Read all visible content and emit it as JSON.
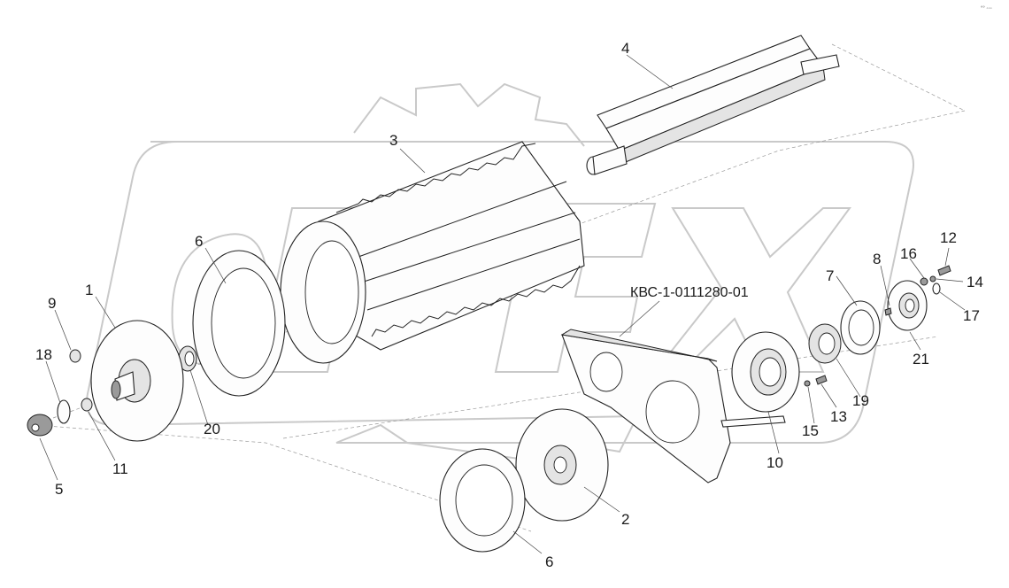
{
  "drawing": {
    "code": "КВС-1-0111280-01",
    "corner_mark": "°° ◦◦◦"
  },
  "callouts": [
    {
      "id": "c1",
      "text": "1"
    },
    {
      "id": "c2",
      "text": "2"
    },
    {
      "id": "c3",
      "text": "3"
    },
    {
      "id": "c4",
      "text": "4"
    },
    {
      "id": "c5",
      "text": "5"
    },
    {
      "id": "c6a",
      "text": "6"
    },
    {
      "id": "c6b",
      "text": "6"
    },
    {
      "id": "c7",
      "text": "7"
    },
    {
      "id": "c8",
      "text": "8"
    },
    {
      "id": "c9",
      "text": "9"
    },
    {
      "id": "c10",
      "text": "10"
    },
    {
      "id": "c11",
      "text": "11"
    },
    {
      "id": "c12",
      "text": "12"
    },
    {
      "id": "c13",
      "text": "13"
    },
    {
      "id": "c14",
      "text": "14"
    },
    {
      "id": "c15",
      "text": "15"
    },
    {
      "id": "c16",
      "text": "16"
    },
    {
      "id": "c17",
      "text": "17"
    },
    {
      "id": "c18",
      "text": "18"
    },
    {
      "id": "c19",
      "text": "19"
    },
    {
      "id": "c20",
      "text": "20"
    },
    {
      "id": "c21",
      "text": "21"
    }
  ],
  "watermark": {
    "icon": "gear-logo-watermark"
  }
}
